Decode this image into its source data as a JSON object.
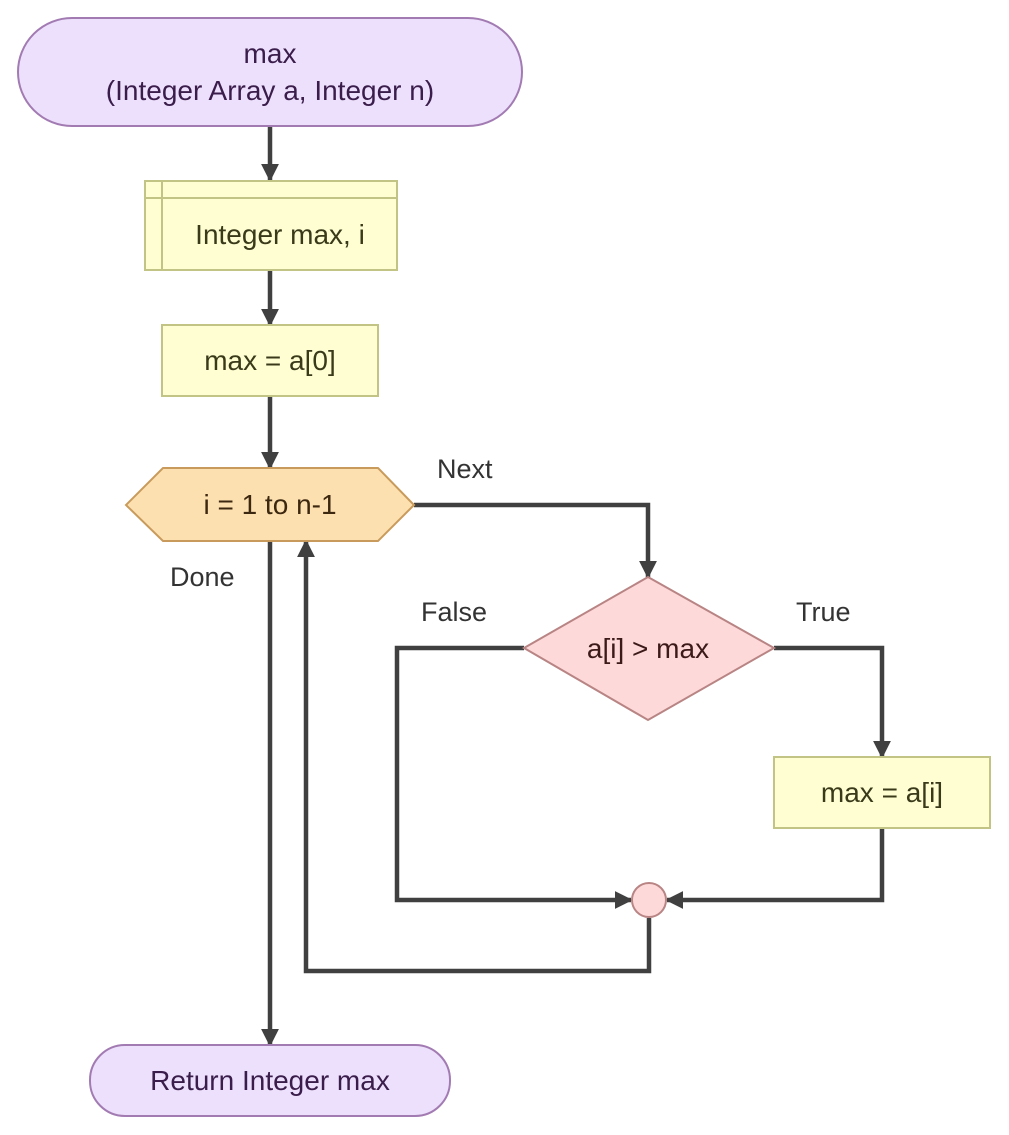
{
  "colors": {
    "terminal_fill": "#ede0fc",
    "terminal_stroke": "#a27bb2",
    "terminal_text": "#3a1d4a",
    "process_fill": "#fefed2",
    "process_stroke": "#c2c486",
    "process_text": "#3a3a1a",
    "loop_fill": "#fde0b0",
    "loop_stroke": "#c89b5c",
    "loop_text": "#3c2810",
    "decision_fill": "#fdd9d9",
    "decision_stroke": "#b88484",
    "decision_text": "#3c1a1a",
    "connector_fill": "#fdd9d9",
    "connector_stroke": "#b88484",
    "edge": "#404040",
    "edge_label": "#333333"
  },
  "nodes": {
    "start": {
      "line1": "max",
      "line2": "(Integer Array a, Integer n)"
    },
    "declare": {
      "text": "Integer max, i"
    },
    "assign_init": {
      "text": "max = a[0]"
    },
    "loop": {
      "text": "i = 1 to n-1"
    },
    "condition": {
      "text": "a[i] > max"
    },
    "assign_max": {
      "text": "max = a[i]"
    },
    "end": {
      "text": "Return Integer max"
    }
  },
  "edge_labels": {
    "next": "Next",
    "done": "Done",
    "false": "False",
    "true": "True"
  }
}
